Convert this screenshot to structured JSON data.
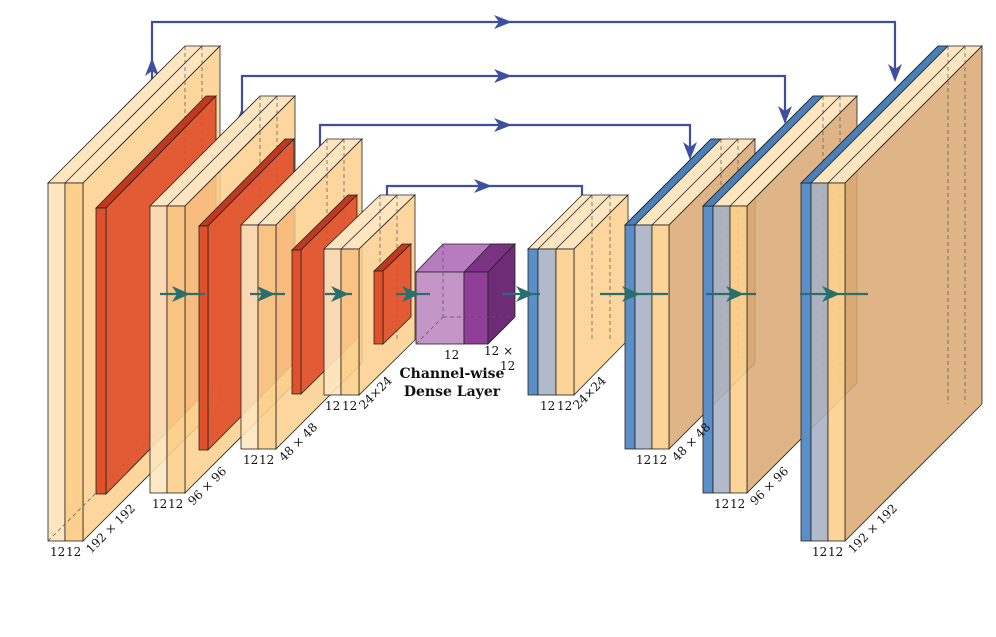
{
  "diagram": {
    "caption": {
      "line1": "Channel-wise",
      "line2": "Dense Layer"
    },
    "encoder": [
      {
        "channels": [
          "12",
          "12"
        ],
        "size": "192 × 192"
      },
      {
        "channels": [
          "12",
          "12"
        ],
        "size": "96 × 96"
      },
      {
        "channels": [
          "12",
          "12"
        ],
        "size": "48 × 48"
      },
      {
        "channels": [
          "12",
          "12"
        ],
        "size": "24×24"
      }
    ],
    "bottleneck": {
      "depth": "12",
      "side1": "12 ×",
      "side2": "12"
    },
    "decoder": [
      {
        "channels": [
          "12",
          "12"
        ],
        "size": "24×24"
      },
      {
        "channels": [
          "12",
          "12"
        ],
        "size": "48 × 48"
      },
      {
        "channels": [
          "12",
          "12"
        ],
        "size": "96 × 96"
      },
      {
        "channels": [
          "12",
          "12"
        ],
        "size": "192 × 192"
      }
    ],
    "colors": {
      "conv_fill": "#fccf8c",
      "conv_light": "#fde5bf",
      "pool_fill": "#e0502b",
      "dense_front": "#c496c8",
      "dense_side": "#8f3f97",
      "dense_top": "#b77cbf",
      "unpool_fill": "#5b8fc7",
      "skip_line": "#3f4fa0",
      "flow_arrow": "#2a6e6e"
    }
  }
}
